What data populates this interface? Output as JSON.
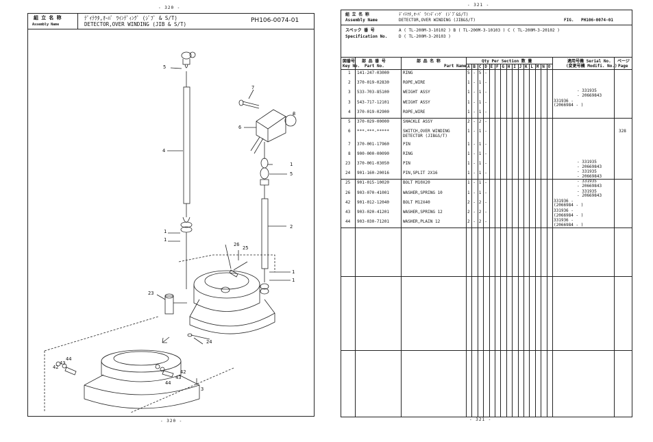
{
  "left_page": {
    "top_number": "- 320 -",
    "bottom_number": "- 320 -",
    "header": {
      "assembly_jp": "組 立 名 称",
      "assembly_en": "Assembly Name",
      "name_jp": "ﾃﾞｲﾃｸﾀ,ｵｰﾊﾞ ﾜｲﾝﾃﾞｨﾝｸﾞ (ｼﾞﾌﾞ & S/T)",
      "name_en": "DETECTOR,OVER WINDING (JIB & S/T)",
      "code": "PH106-0074-01"
    },
    "callouts": [
      "5",
      "7",
      "6",
      "8",
      "4",
      "1",
      "5",
      "2",
      "1",
      "1",
      "26",
      "25",
      "23",
      "1",
      "1",
      "24",
      "44",
      "43",
      "42",
      "42",
      "43",
      "44",
      "3"
    ]
  },
  "right_page": {
    "top_number": "- 321 -",
    "bottom_number": "- 321 -",
    "header": {
      "assembly_jp": "組 立 名 称",
      "assembly_en": "Assembly Name",
      "name_jp": "ﾃﾞｲﾃｸﾀ,ｵｰﾊﾞ ﾜｲﾝﾃﾞｨﾝｸﾞ (ｼﾞﾌﾞ&S/T)",
      "name_en": "DETECTOR,OVER WINDING (JIB&S/T)",
      "fig_label": "FIG.",
      "fig_code": "PH106-0074-01",
      "spec_jp": "スペック 番 号",
      "spec_en": "Specification No.",
      "spec_line1": "A ( TL-200M-3-10102        ) B ( TL-200M-3-10103        ) C ( TL-200M-3-20102        )",
      "spec_line2": "D ( TL-200M-3-20103        )"
    },
    "columns": {
      "key_jp": "図番号",
      "key_en": "Key No.",
      "part_jp": "部 品 番 号",
      "part_en": "Part No.",
      "name_jp": "部 品 名 称",
      "name_en": "Part Name",
      "qty_label": "Qty Per Section 数 量",
      "qty_letters": [
        "A",
        "B",
        "C",
        "D",
        "E",
        "F",
        "G",
        "H",
        "I",
        "J",
        "K",
        "L",
        "M",
        "N",
        "O"
      ],
      "serial_jp": "適用号機 Serial No.",
      "serial_en": "(変更号機 Modifi. No.)",
      "page_jp": "ページ",
      "page_en": "Page"
    },
    "rows": [
      {
        "key": "1",
        "part": "141-247-03000",
        "name": "RING",
        "qty": [
          "5",
          "-",
          "5",
          "-"
        ],
        "serial": [],
        "page": ""
      },
      {
        "key": "2",
        "part": "370-019-02830",
        "name": "ROPE,WIRE",
        "qty": [
          "1",
          "-",
          "1",
          "-"
        ],
        "serial": [],
        "page": ""
      },
      {
        "key": "3",
        "part": "533-703-85100",
        "name": "WEIGHT ASSY",
        "qty": [
          "1",
          "-",
          "1",
          "-"
        ],
        "serial": [
          "- 331935",
          "- 20669843"
        ],
        "page": ""
      },
      {
        "key": "3",
        "part": "543-717-12101",
        "name": "WEIGHT ASSY",
        "qty": [
          "1",
          "-",
          "1",
          "-"
        ],
        "serial": [
          "331936 -",
          "(2066984 -        )"
        ],
        "page": ""
      },
      {
        "key": "4",
        "part": "370-019-02900",
        "name": "ROPE,WIRE",
        "qty": [
          "1",
          "-",
          "1",
          "-"
        ],
        "serial": [],
        "page": ""
      },
      {
        "key": "5",
        "part": "370-029-00000",
        "name": "SHACKLE ASSY",
        "qty": [
          "2",
          "-",
          "2",
          "-"
        ],
        "serial": [],
        "page": ""
      },
      {
        "key": "6",
        "part": "***-***-*****",
        "name": "SWITCH,OVER WINDING",
        "name2": "DETECTOR (JIB&S/T)",
        "qty": [
          "1",
          "-",
          "1",
          "-"
        ],
        "serial": [],
        "page": "328"
      },
      {
        "key": "7",
        "part": "370-001-17960",
        "name": "PIN",
        "qty": [
          "1",
          "-",
          "1",
          "-"
        ],
        "serial": [],
        "page": ""
      },
      {
        "key": "8",
        "part": "900-000-00090",
        "name": "RING",
        "qty": [
          "1",
          "-",
          "1",
          "-"
        ],
        "serial": [],
        "page": ""
      },
      {
        "key": "23",
        "part": "370-001-03050",
        "name": "PIN",
        "qty": [
          "1",
          "-",
          "1",
          "-"
        ],
        "serial": [
          "- 331935",
          "- 20669843"
        ],
        "page": ""
      },
      {
        "key": "24",
        "part": "901-160-20016",
        "name": "PIN,SPLIT 2X16",
        "qty": [
          "1",
          "-",
          "1",
          "-"
        ],
        "serial": [
          "- 331935",
          "- 20669843"
        ],
        "page": ""
      },
      {
        "key": "25",
        "part": "901-015-10020",
        "name": "BOLT M10X20",
        "qty": [
          "1",
          "-",
          "1",
          "-"
        ],
        "serial": [
          "- 331935",
          "- 20669843"
        ],
        "page": ""
      },
      {
        "key": "26",
        "part": "903-070-41001",
        "name": "WASHER,SPRING 10",
        "qty": [
          "1",
          "-",
          "1",
          "-"
        ],
        "serial": [
          "- 331935",
          "- 20669843"
        ],
        "page": ""
      },
      {
        "key": "42",
        "part": "901-012-12040",
        "name": "BOLT M12X40",
        "qty": [
          "2",
          "-",
          "2",
          "-"
        ],
        "serial": [
          "331936 -",
          "(2066984 -        )"
        ],
        "page": ""
      },
      {
        "key": "43",
        "part": "903-020-41201",
        "name": "WASHER,SPRING 12",
        "qty": [
          "2",
          "-",
          "2",
          "-"
        ],
        "serial": [
          "331936 -",
          "(2066984 -        )"
        ],
        "page": ""
      },
      {
        "key": "44",
        "part": "903-030-71201",
        "name": "WASHER,PLAIN 12",
        "qty": [
          "2",
          "-",
          "2",
          "-"
        ],
        "serial": [
          "331936 -",
          "(2066984 -        )"
        ],
        "page": ""
      }
    ]
  }
}
